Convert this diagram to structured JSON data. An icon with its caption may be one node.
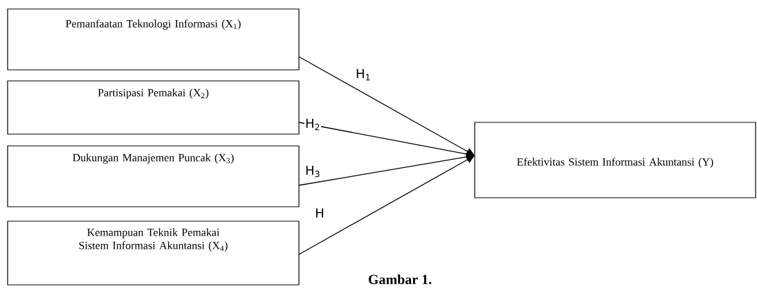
{
  "diagram": {
    "caption": "Gambar 1.",
    "nodes": [
      {
        "text": [
          "Pemanfaatan Teknologi Informasi (X$_{1}$)"
        ]
      },
      {
        "text": [
          "Partisipasi Pemakai (X$_{2}$)"
        ]
      },
      {
        "text": [
          "Dukungan Manajemen Puncak (X$_{3}$)"
        ]
      },
      {
        "text": [
          "Kemampuan Teknik Pemakai Sistem Informasi Akuntansi (X$_{4}$)"
        ]
      },
      {
        "text": [
          "Efektivitas Sistem Informasi Akuntansi (Y)"
        ]
      }
    ],
    "edges": [
      {
        "from": 0,
        "to": 4,
        "arrow": "to",
        "label": "H$_{1}$"
      },
      {
        "from": 1,
        "to": 4,
        "arrow": "to",
        "label": "H$_{2}$"
      },
      {
        "from": 2,
        "to": 4,
        "arrow": "to",
        "label": "H$_{3}$"
      },
      {
        "from": 3,
        "to": 4,
        "arrow": "to",
        "label": "H"
      }
    ]
  }
}
